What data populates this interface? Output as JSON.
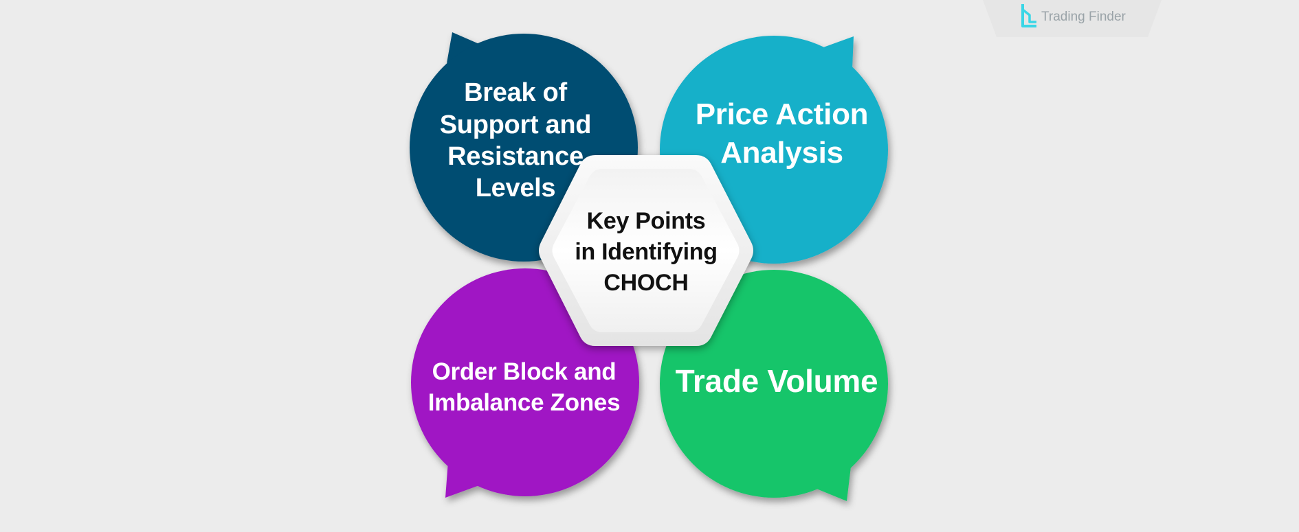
{
  "brand": {
    "name": "Trading Finder",
    "icon": "trading-finder-logo-icon",
    "accent_color": "#3ad6e6"
  },
  "center": {
    "lines": [
      "Key Points",
      "in Identifying",
      "CHOCH"
    ]
  },
  "bubbles": {
    "top_left": {
      "lines": [
        "Break of",
        "Support and",
        "Resistance",
        "Levels"
      ],
      "color": "#064d72"
    },
    "top_right": {
      "lines": [
        "Price Action",
        "Analysis"
      ],
      "color": "#16b0c9"
    },
    "bottom_left": {
      "lines": [
        "Order Block and",
        "Imbalance Zones"
      ],
      "color": "#a018c4"
    },
    "bottom_right": {
      "lines": [
        "Trade Volume"
      ],
      "color": "#17c56b"
    }
  }
}
